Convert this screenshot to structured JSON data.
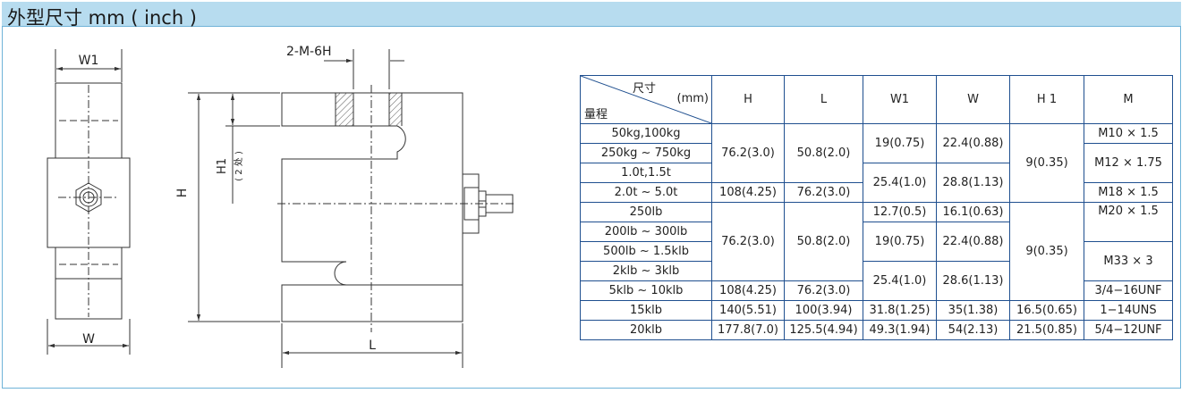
{
  "title": "外型尺寸 mm ( inch )",
  "drawing": {
    "front_labels": {
      "w1": "W1",
      "w": "W"
    },
    "side_labels": {
      "thread": "2-M-6H",
      "h1": "H1",
      "h1_note": "( 2 处 )",
      "h": "H",
      "l": "L"
    }
  },
  "table": {
    "corner": {
      "top": "尺寸",
      "unit": "(mm)",
      "range": "量程"
    },
    "headers": [
      "H",
      "L",
      "W1",
      "W",
      "H 1",
      "M"
    ],
    "ranges": [
      "50kg,100kg",
      "250kg ~ 750kg",
      "1.0t,1.5t",
      "2.0t ~ 5.0t",
      "250lb",
      "200lb ~ 300lb",
      "500lb ~ 1.5klb",
      "2klb ~ 3klb",
      "5klb ~ 10klb",
      "15klb",
      "20klb"
    ],
    "h": [
      "76.2(3.0)",
      "108(4.25)",
      "76.2(3.0)",
      "108(4.25)",
      "140(5.51)",
      "177.8(7.0)"
    ],
    "l": [
      "50.8(2.0)",
      "76.2(3.0)",
      "50.8(2.0)",
      "76.2(3.0)",
      "100(3.94)",
      "125.5(4.94)"
    ],
    "w1": [
      "19(0.75)",
      "25.4(1.0)",
      "12.7(0.5)",
      "19(0.75)",
      "25.4(1.0)",
      "31.8(1.25)",
      "49.3(1.94)"
    ],
    "w": [
      "22.4(0.88)",
      "28.8(1.13)",
      "16.1(0.63)",
      "22.4(0.88)",
      "28.6(1.13)",
      "35(1.38)",
      "54(2.13)"
    ],
    "h1": [
      "9(0.35)",
      "9(0.35)",
      "16.5(0.65)",
      "21.5(0.85)"
    ],
    "m": [
      "M10 × 1.5",
      "M12 × 1.75",
      "M18 × 1.5",
      "M20 × 1.5",
      "M33 × 3",
      "3/4−16UNF",
      "1−14UNS",
      "5/4−12UNF"
    ]
  }
}
